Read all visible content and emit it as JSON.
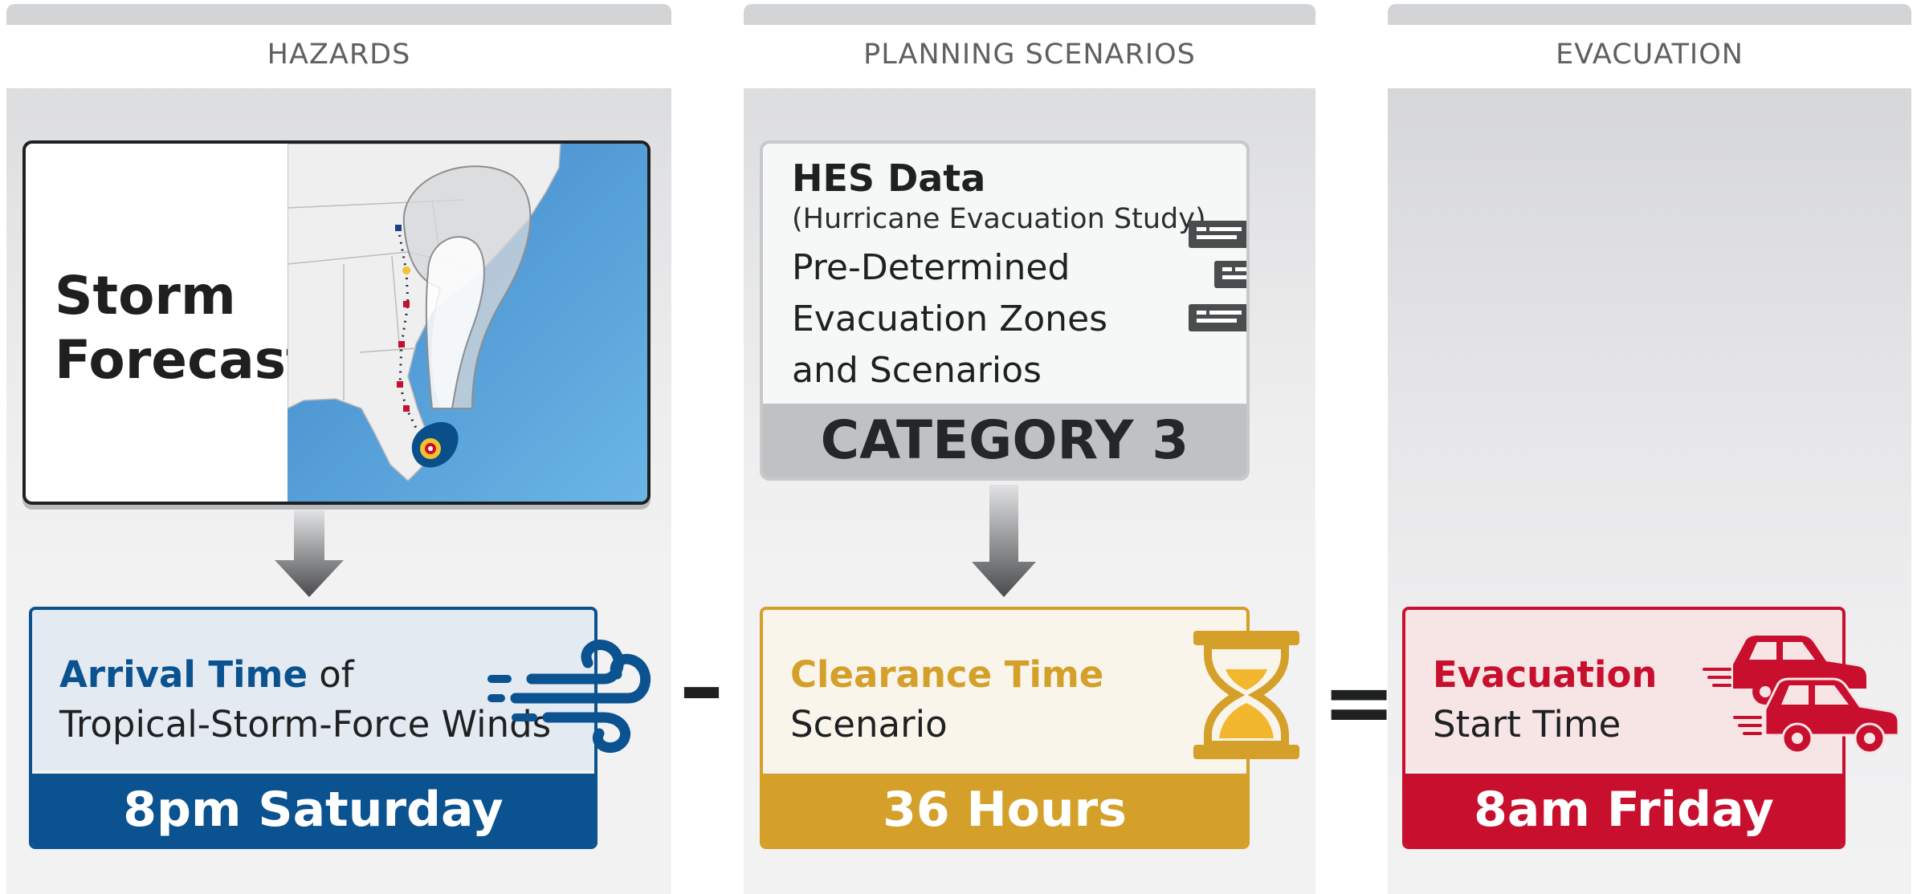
{
  "columns": {
    "hazards": "HAZARDS",
    "planning": "PLANNING SCENARIOS",
    "evacuation": "EVACUATION"
  },
  "storm_forecast": {
    "line1": "Storm",
    "line2": "Forecast"
  },
  "hes": {
    "title": "HES Data",
    "subtitle": "(Hurricane Evacuation Study)",
    "lines": [
      "Pre-Determined",
      "Evacuation Zones",
      "and Scenarios"
    ],
    "category": "CATEGORY 3"
  },
  "arrival": {
    "accent": "Arrival Time",
    "rest": " of",
    "line2": "Tropical-Storm-Force Winds",
    "value": "8pm Saturday"
  },
  "clearance": {
    "accent": "Clearance Time",
    "line2": "Scenario",
    "value": "36 Hours"
  },
  "evacuation": {
    "accent": "Evacuation",
    "line2": "Start Time",
    "value": "8am Friday"
  },
  "operators": {
    "minus": "–",
    "equals": "="
  },
  "colors": {
    "arrival": "#0b5291",
    "clearance": "#d4a02a",
    "evacuation": "#c8102e",
    "category_band": "#c0c1c3"
  }
}
